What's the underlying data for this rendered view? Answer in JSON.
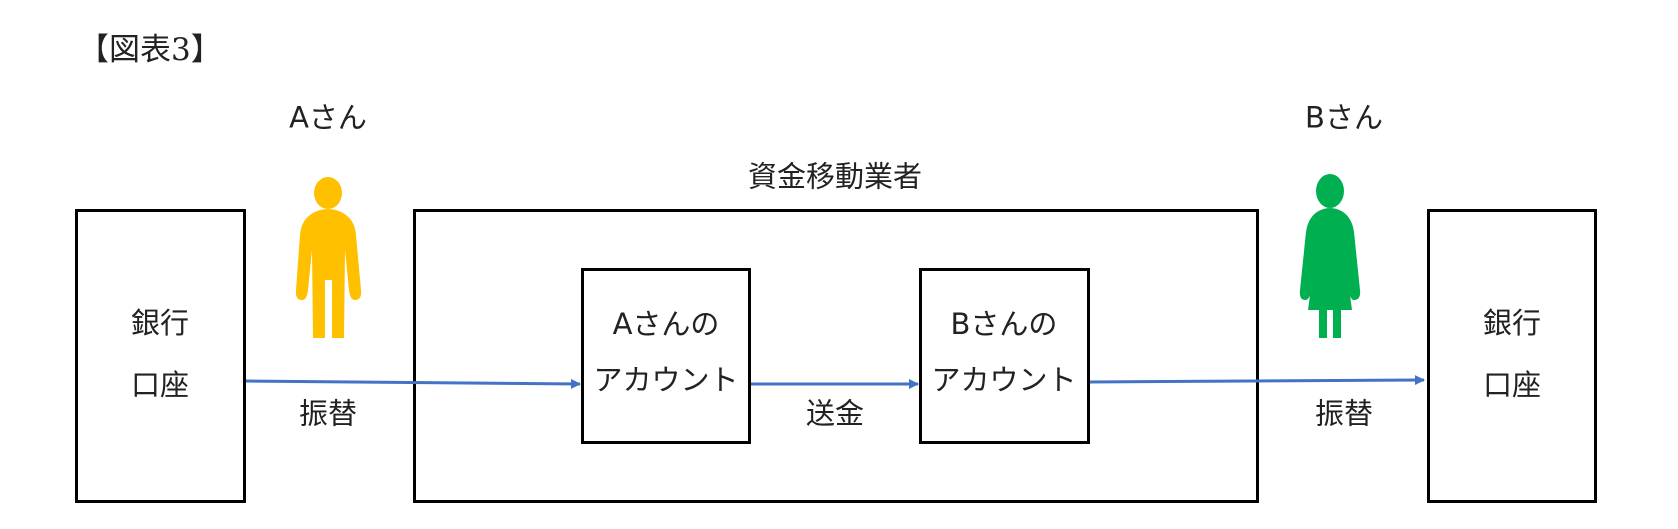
{
  "title": "【図表3】",
  "person_a": {
    "label": "Aさん",
    "color": "#FFC000"
  },
  "person_b": {
    "label": "Bさん",
    "color": "#00B050"
  },
  "provider": {
    "label": "資金移動業者"
  },
  "bank_left": {
    "line1": "銀行",
    "line2": "口座"
  },
  "bank_right": {
    "line1": "銀行",
    "line2": "口座"
  },
  "account_a": {
    "line1": "Aさんの",
    "line2": "アカウント"
  },
  "account_b": {
    "line1": "Bさんの",
    "line2": "アカウント"
  },
  "arrows": {
    "left_label": "振替",
    "middle_label": "送金",
    "right_label": "振替",
    "color": "#4472C4"
  }
}
